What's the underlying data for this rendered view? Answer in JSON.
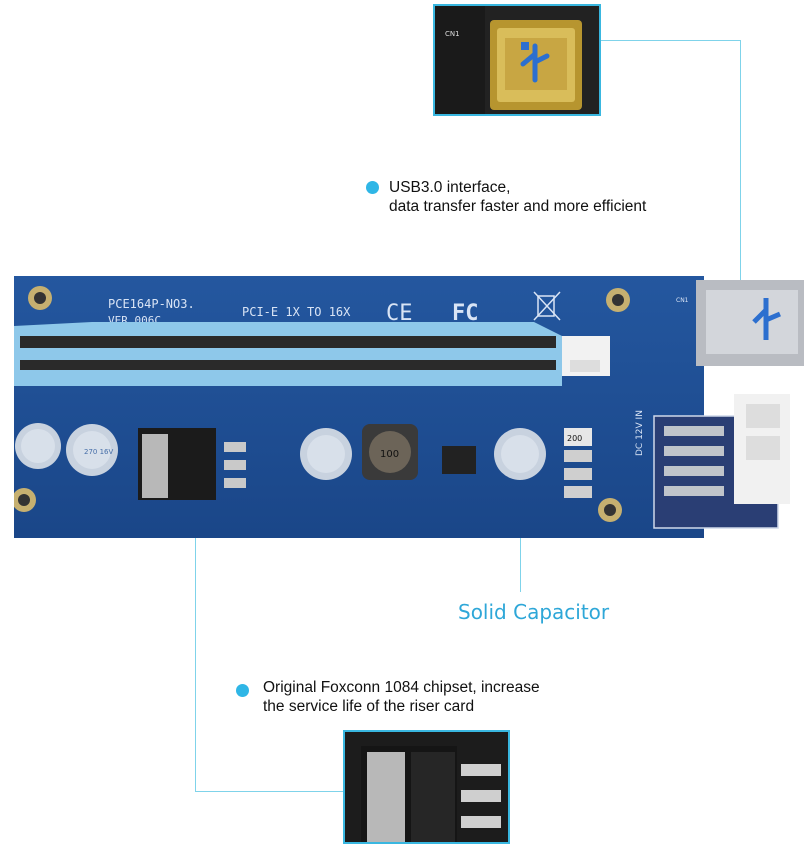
{
  "callouts": {
    "usb": {
      "line1": "USB3.0 interface,",
      "line2": "data transfer faster and more efficient"
    },
    "capacitor": {
      "label": "Solid Capacitor"
    },
    "chipset": {
      "line1": "Original Foxconn 1084 chipset, increase",
      "line2": "the service life of the riser card"
    }
  },
  "board": {
    "model": "PCE164P-NO3.",
    "version": "VER 006C",
    "slot_label": "PCI-E 1X TO 16X",
    "ce_mark": "CE",
    "fc_mark": "FC",
    "power_label": "DC 12V IN",
    "usb_label": "CN1",
    "capacitor_text": "270 16V",
    "inductor_text": "100",
    "resistor_text": "200"
  },
  "colors": {
    "accent": "#2fb6e6",
    "board": "#1f4f9c",
    "slot": "#8ec8ea",
    "line": "#7fd3ea"
  }
}
